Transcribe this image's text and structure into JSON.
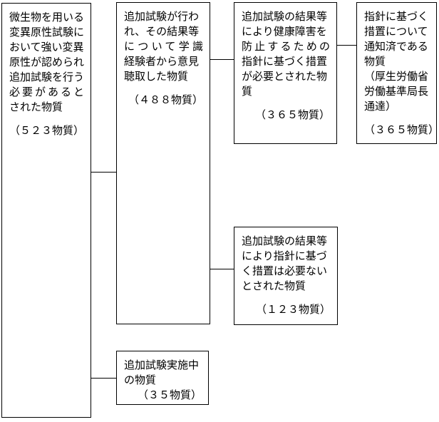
{
  "colors": {
    "background": "#ffffff",
    "border": "#000000",
    "text": "#000000"
  },
  "boxes": {
    "box1": {
      "lines": [
        "微生物を用いる",
        "変異原性試験に",
        "おいて強い変異",
        "原性が認められ",
        "追加試験を行う",
        "必要があると",
        "された物質"
      ],
      "count": "（５２３物質）"
    },
    "box2": {
      "lines": [
        "追加試験が行わ",
        "れ、その結果等",
        "について学識",
        "経験者から意見",
        "聴取した物質"
      ],
      "count": "（４８８物質）"
    },
    "box3": {
      "lines": [
        "追加試験の結果等",
        "により健康障害を",
        "防止するための",
        "指針に基づく措置",
        "が必要とされた物",
        "質"
      ],
      "count": "（３６５物質）"
    },
    "box4": {
      "lines": [
        "指針に基づく",
        "措置について",
        "通知済である",
        "物質",
        "（厚生労働省",
        "労働基準局長",
        "通達）"
      ],
      "count": "（３６５物質）"
    },
    "box5": {
      "lines": [
        "追加試験の結果等",
        "により指針に基づ",
        "く措置は必要ない",
        "とされた物質"
      ],
      "count": "（１２３物質）"
    },
    "box6": {
      "lines": [
        "追加試験実施中",
        "の物質"
      ],
      "count": "（３５物質）"
    }
  }
}
